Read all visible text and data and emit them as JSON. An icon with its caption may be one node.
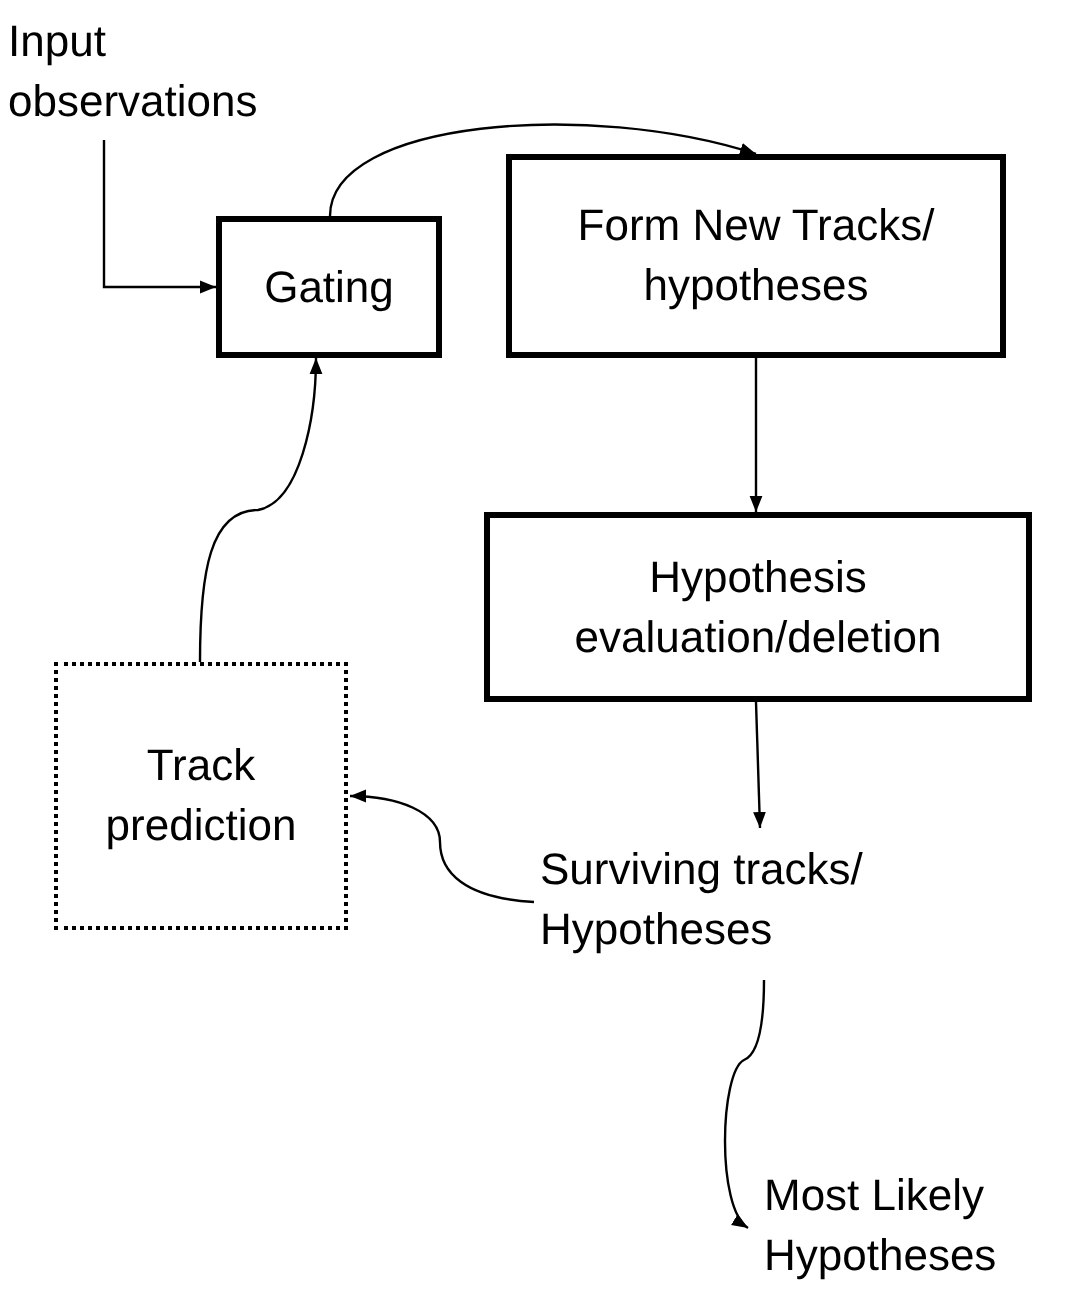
{
  "diagram": {
    "nodes": [
      {
        "text": [
          "Input observations"
        ]
      },
      {
        "text": [
          "Gating"
        ]
      },
      {
        "text": [
          "Form New Tracks/ hypotheses"
        ]
      },
      {
        "text": [
          "Hypothesis evaluation/deletion"
        ]
      },
      {
        "text": [
          "Track prediction"
        ]
      },
      {
        "text": [
          "Surviving tracks/ Hypotheses"
        ]
      },
      {
        "text": [
          "Most Likely Hypotheses"
        ]
      }
    ],
    "edges": [
      {
        "from": 0,
        "to": 1,
        "arrow": "to"
      },
      {
        "from": 1,
        "to": 2,
        "arrow": "to"
      },
      {
        "from": 2,
        "to": 3,
        "arrow": "to"
      },
      {
        "from": 3,
        "to": 5,
        "arrow": "to"
      },
      {
        "from": 5,
        "to": 4,
        "arrow": "to"
      },
      {
        "from": 4,
        "to": 1,
        "arrow": "to"
      },
      {
        "from": 5,
        "to": 6,
        "arrow": "to"
      }
    ]
  }
}
